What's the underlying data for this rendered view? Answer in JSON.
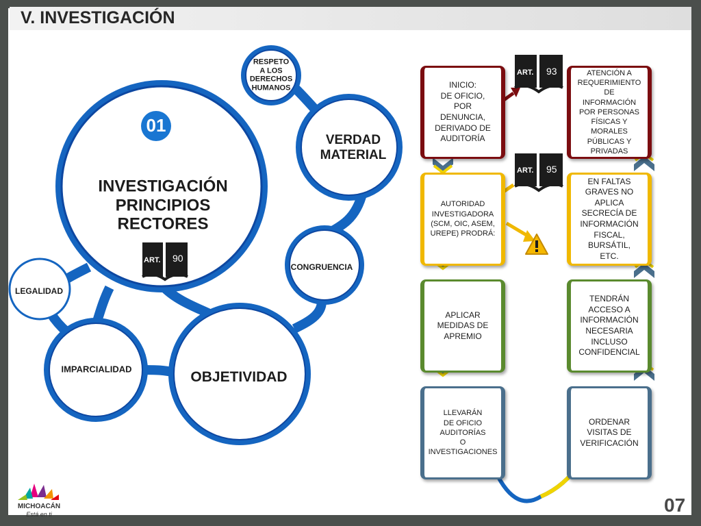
{
  "title": "V. INVESTIGACIÓN",
  "page_number": "07",
  "logo": {
    "name": "MICHOACÁN",
    "slogan": "Está en ti"
  },
  "principles": {
    "badge": "01",
    "main_title": "INVESTIGACIÓN\nPRINCIPIOS\nRECTORES",
    "article": {
      "label": "ART.",
      "number": "90"
    },
    "items": {
      "respeto": "RESPETO\nA LOS\nDERECHOS\nHUMANOS",
      "verdad": "VERDAD\nMATERIAL",
      "congruencia": "CONGRUENCIA",
      "legalidad": "LEGALIDAD",
      "imparcialidad": "IMPARCIALIDAD",
      "objetividad": "OBJETIVIDAD"
    }
  },
  "flow": {
    "left": [
      {
        "text": "INICIO:\nDE OFICIO,\nPOR\nDENUNCIA,\nDERIVADO DE\nAUDITORÍA",
        "color": "#7b0d10"
      },
      {
        "text": "AUTORIDAD\nINVESTIGADORA\n(SCM, OIC, ASEM,\nUREPE) PRODRÁ:",
        "color": "#f0b800"
      },
      {
        "text": "APLICAR\nMEDIDAS DE\nAPREMIO",
        "color": "#5a8a2e"
      },
      {
        "text": "LLEVARÁN\nDE OFICIO\nAUDITORÍAS\nO\nINVESTIGACIONES",
        "color": "#4a6f8c"
      }
    ],
    "right": [
      {
        "text": "ATENCIÓN A\nREQUERIMIENTO\nDE\nINFORMACIÓN\nPOR PERSONAS\nFÍSICAS Y\nMORALES\nPÚBLICAS Y\nPRIVADAS",
        "color": "#7b0d10"
      },
      {
        "text": "EN FALTAS\nGRAVES NO\nAPLICA\nSECRECÍA DE\nINFORMACIÓN\nFISCAL,\nBURSÁTIL,\nETC.",
        "color": "#f0b800"
      },
      {
        "text": "TENDRÁN\nACCESO A\nINFORMACIÓN\nNECESARIA\nINCLUSO\nCONFIDENCIAL",
        "color": "#5a8a2e"
      },
      {
        "text": "ORDENAR\nVISITAS DE\nVERIFICACIÓN",
        "color": "#4a6f8c"
      }
    ],
    "articles": [
      {
        "label": "ART.",
        "number": "93"
      },
      {
        "label": "ART.",
        "number": "95"
      }
    ],
    "warning_icon": "warning-icon"
  },
  "colors": {
    "blue": "#1565c0",
    "dark_blue": "#0d47a1",
    "badge": "#1976d2"
  }
}
